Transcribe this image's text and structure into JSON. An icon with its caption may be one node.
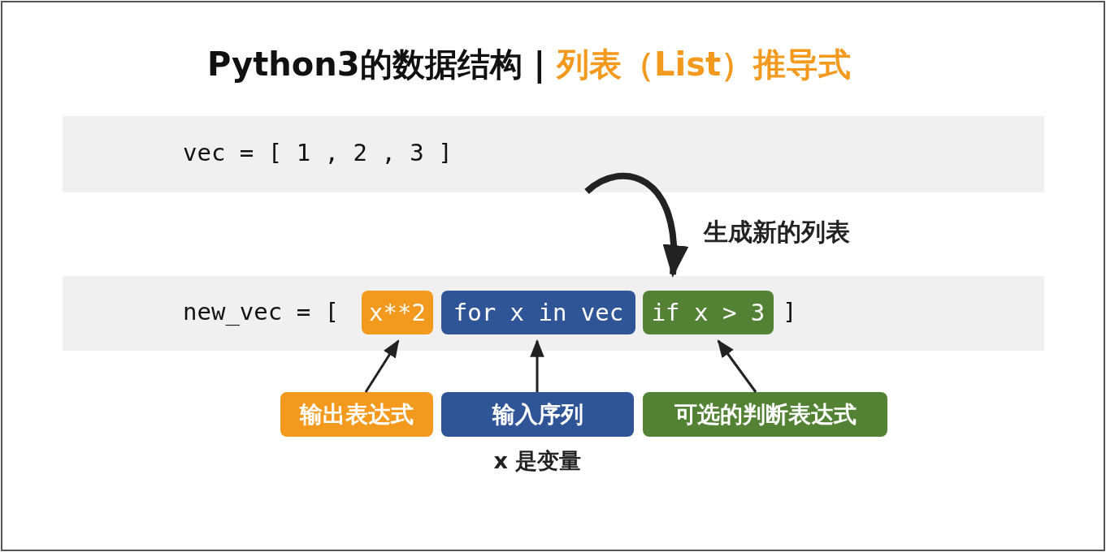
{
  "diagram": {
    "title": "Python3的数据结构 | 列表（List）推导式",
    "nodes": [
      {
        "text": [
          "vec = [ 1 , 2 , 3 ]"
        ]
      },
      {
        "text": [
          "new_vec = [",
          "]"
        ]
      },
      {
        "text": [
          "x**2"
        ],
        "in": 1
      },
      {
        "text": [
          "for x in vec"
        ],
        "in": 1
      },
      {
        "text": [
          "if x > 3"
        ],
        "in": 1
      },
      {
        "text": [
          "输出表达式"
        ]
      },
      {
        "text": [
          "输入序列"
        ],
        "beside": [
          "x 是变量"
        ]
      },
      {
        "text": [
          "可选的判断表达式"
        ]
      }
    ],
    "edges": [
      {
        "from": 0,
        "to": 1,
        "arrow": "to",
        "label": "生成新的列表",
        "style": "thick"
      },
      {
        "from": 5,
        "to": 2,
        "arrow": "to"
      },
      {
        "from": 6,
        "to": 3,
        "arrow": "to"
      },
      {
        "from": 7,
        "to": 4,
        "arrow": "to"
      }
    ]
  }
}
